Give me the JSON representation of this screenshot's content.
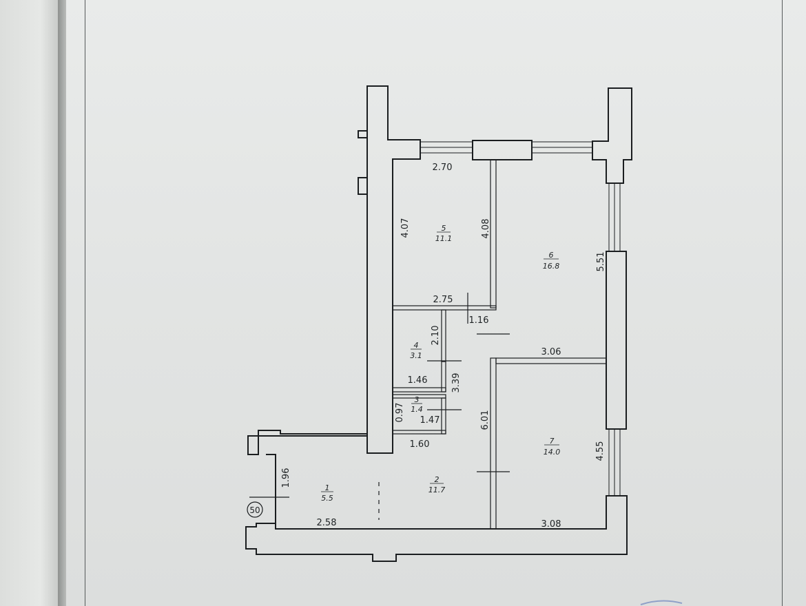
{
  "rooms": [
    {
      "number": "1",
      "area": "5.5"
    },
    {
      "number": "2",
      "area": "11.7"
    },
    {
      "number": "3",
      "area": "1.4"
    },
    {
      "number": "4",
      "area": "3.1"
    },
    {
      "number": "5",
      "area": "11.1"
    },
    {
      "number": "6",
      "area": "16.8"
    },
    {
      "number": "7",
      "area": "14.0"
    }
  ],
  "dimensions": {
    "d_2_70": "2.70",
    "d_4_07": "4.07",
    "d_4_08": "4.08",
    "d_5_51": "5.51",
    "d_2_75": "2.75",
    "d_1_16": "1.16",
    "d_2_10": "2.10",
    "d_3_06": "3.06",
    "d_1_46": "1.46",
    "d_3_39": "3.39",
    "d_0_97": "0.97",
    "d_1_47": "1.47",
    "d_1_60": "1.60",
    "d_6_01": "6.01",
    "d_4_55": "4.55",
    "d_1_96": "1.96",
    "d_2_58": "2.58",
    "d_3_08": "3.08"
  },
  "marker": "50"
}
